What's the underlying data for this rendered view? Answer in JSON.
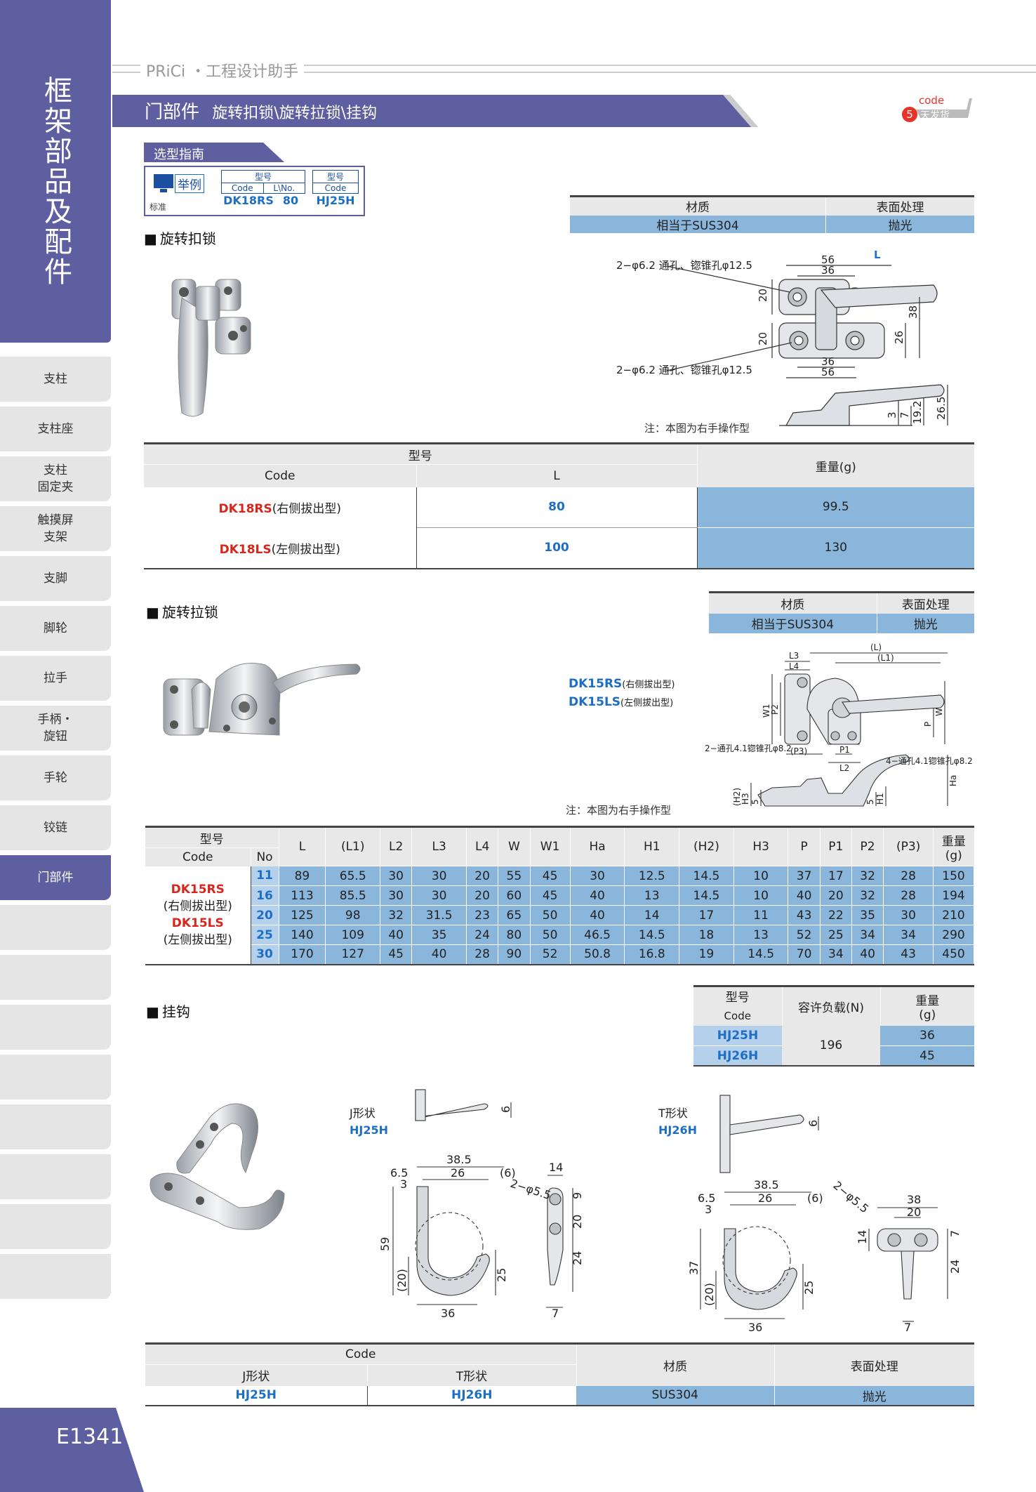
{
  "brand": "PRiCi ・工程设计助手",
  "sidebar": {
    "title": "框架部品及配件",
    "items": [
      "支柱",
      "支柱座",
      "支柱\n固定夹",
      "触摸屏\n支架",
      "支脚",
      "脚轮",
      "拉手",
      "手柄・\n旋钮",
      "手轮",
      "铰链",
      "门部件",
      "",
      "",
      "",
      "",
      "",
      "",
      "",
      ""
    ],
    "active_index": 10,
    "page": "E1341"
  },
  "section": {
    "title": "门部件",
    "subtitle": "旋转扣锁\\旋转拉锁\\挂钩",
    "code_label": "code",
    "days": "5",
    "days_label": "天发货"
  },
  "guide": {
    "title": "选型指南",
    "example": "举例",
    "std": "标准",
    "h1": "型号",
    "h1a": "Code",
    "h1b": "L\\No.",
    "v1a": "DK18RS",
    "v1b": "80",
    "h2": "型号",
    "h2a": "Code",
    "v2": "HJ25H"
  },
  "lock": {
    "title": "旋转扣锁",
    "mat_h": "材质",
    "surf_h": "表面处理",
    "mat": "相当于SUS304",
    "surf": "抛光",
    "note": "注：本图为右手操作型",
    "dims": {
      "hole1": "2−φ6.2 通孔、锪锥孔φ12.5",
      "hole2": "2−φ6.2 通孔、锪锥孔φ12.5",
      "L": "L",
      "d56a": "56",
      "d36a": "36",
      "d20a": "20",
      "d20b": "20",
      "d26": "26",
      "d38": "38",
      "d36b": "36",
      "d56b": "56",
      "d3": "3",
      "d7": "7",
      "d192": "19.2",
      "d265": "26.5"
    },
    "table": {
      "h_model": "型号",
      "h_code": "Code",
      "h_L": "L",
      "h_w": "重量(g)",
      "rows": [
        {
          "code": "DK18RS",
          "note": "(右侧拔出型)",
          "L": "80",
          "w": "99.5"
        },
        {
          "code": "DK18LS",
          "note": "(左侧拔出型)",
          "L": "100",
          "w": "130"
        }
      ]
    }
  },
  "pull": {
    "title": "旋转拉锁",
    "mat_h": "材质",
    "surf_h": "表面处理",
    "mat": "相当于SUS304",
    "surf": "抛光",
    "rs": "DK15RS",
    "rs_note": "(右侧拔出型)",
    "ls": "DK15LS",
    "ls_note": "(左侧拔出型)",
    "note": "注：本图为右手操作型",
    "dims": {
      "L3": "L3",
      "L4": "L4",
      "L": "(L)",
      "L1": "(L1)",
      "W1": "W1",
      "P2": "P2",
      "P": "P",
      "W": "W",
      "hole1": "2−通孔4.1锪锥孔φ8.2",
      "hole2": "4−通孔4.1锪锥孔φ8.2",
      "P3": "(P3)",
      "P1": "P1",
      "L2": "L2",
      "H2": "(H2)",
      "H3": "H3",
      "five1": "5",
      "five2": "5",
      "H1": "H1",
      "Ha": "Ha"
    },
    "table": {
      "h_model": "型号",
      "h_code": "Code",
      "h_no": "No",
      "cols": [
        "L",
        "(L1)",
        "L2",
        "L3",
        "L4",
        "W",
        "W1",
        "Ha",
        "H1",
        "(H2)",
        "H3",
        "P",
        "P1",
        "P2",
        "(P3)"
      ],
      "h_w": "重量(g)",
      "codes": [
        "DK15RS",
        "(右侧拔出型)",
        "DK15LS",
        "(左侧拔出型)"
      ],
      "rows": [
        {
          "no": "11",
          "v": [
            "89",
            "65.5",
            "30",
            "30",
            "20",
            "55",
            "45",
            "30",
            "12.5",
            "14.5",
            "10",
            "37",
            "17",
            "32",
            "28",
            "150"
          ]
        },
        {
          "no": "16",
          "v": [
            "113",
            "85.5",
            "30",
            "30",
            "20",
            "60",
            "45",
            "40",
            "13",
            "14.5",
            "10",
            "40",
            "20",
            "32",
            "28",
            "194"
          ]
        },
        {
          "no": "20",
          "v": [
            "125",
            "98",
            "32",
            "31.5",
            "23",
            "65",
            "50",
            "40",
            "14",
            "17",
            "11",
            "43",
            "22",
            "35",
            "30",
            "210"
          ]
        },
        {
          "no": "25",
          "v": [
            "140",
            "109",
            "40",
            "35",
            "24",
            "80",
            "50",
            "46.5",
            "14.5",
            "18",
            "13",
            "52",
            "25",
            "34",
            "34",
            "290"
          ]
        },
        {
          "no": "30",
          "v": [
            "170",
            "127",
            "45",
            "40",
            "28",
            "90",
            "52",
            "50.8",
            "16.8",
            "19",
            "14.5",
            "70",
            "34",
            "40",
            "43",
            "450"
          ]
        }
      ]
    }
  },
  "hook": {
    "title": "挂钩",
    "h_model": "型号",
    "h_code": "Code",
    "h_load": "容许负载(N)",
    "h_w": "重量(g)",
    "rows": [
      {
        "code": "HJ25H",
        "w": "36"
      },
      {
        "code": "HJ26H",
        "w": "45"
      }
    ],
    "load": "196",
    "j_label": "J形状",
    "j_code": "HJ25H",
    "t_label": "T形状",
    "t_code": "HJ26H",
    "jd": {
      "d6": "6",
      "d385": "38.5",
      "d65": "6.5",
      "d26": "26",
      "d3": "3",
      "dp6": "(6)",
      "d14": "14",
      "holes": "2−φ5.5",
      "d9": "9",
      "d20": "20",
      "d24": "24",
      "d59": "59",
      "dp20": "(20)",
      "d25": "25",
      "d36": "36",
      "d7": "7"
    },
    "td": {
      "d6": "6",
      "d385": "38.5",
      "d65": "6.5",
      "d26": "26",
      "d3": "3",
      "dp6": "(6)",
      "holes": "2−φ5.5",
      "d38": "38",
      "d20": "20",
      "d7a": "7",
      "d14": "14",
      "d24": "24",
      "d37": "37",
      "dp20": "(20)",
      "d25": "25",
      "d36": "36",
      "d7": "7"
    },
    "bottom": {
      "h_code": "Code",
      "h_j": "J形状",
      "h_t": "T形状",
      "h_mat": "材质",
      "h_surf": "表面处理",
      "j": "HJ25H",
      "t": "HJ26H",
      "mat": "SUS304",
      "surf": "抛光"
    }
  }
}
